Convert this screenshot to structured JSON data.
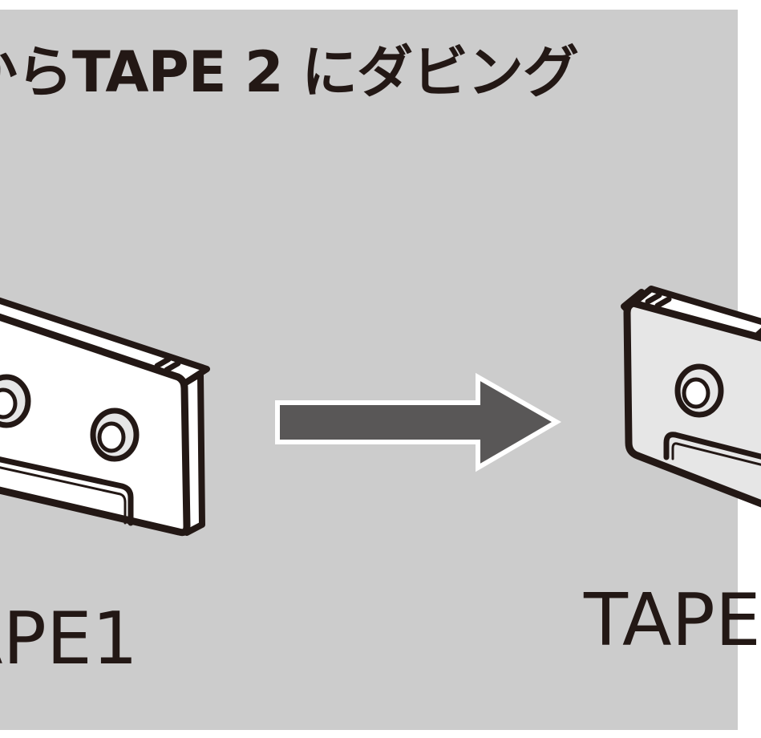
{
  "heading": {
    "text": "からTAPE 2 にダビング"
  },
  "source_tape": {
    "label": "APE1"
  },
  "target_tape": {
    "label": "TAPE"
  },
  "icons": [
    "cassette-tape-icon",
    "right-arrow-icon",
    "cassette-tape-icon"
  ],
  "colors": {
    "background": "#cccccc",
    "page": "#ffffff",
    "ink": "#231815",
    "tape_body": "#ffffff",
    "tape_side": "#e6e6e6",
    "arrow_fill": "#595757",
    "arrow_outline": "#ffffff"
  }
}
